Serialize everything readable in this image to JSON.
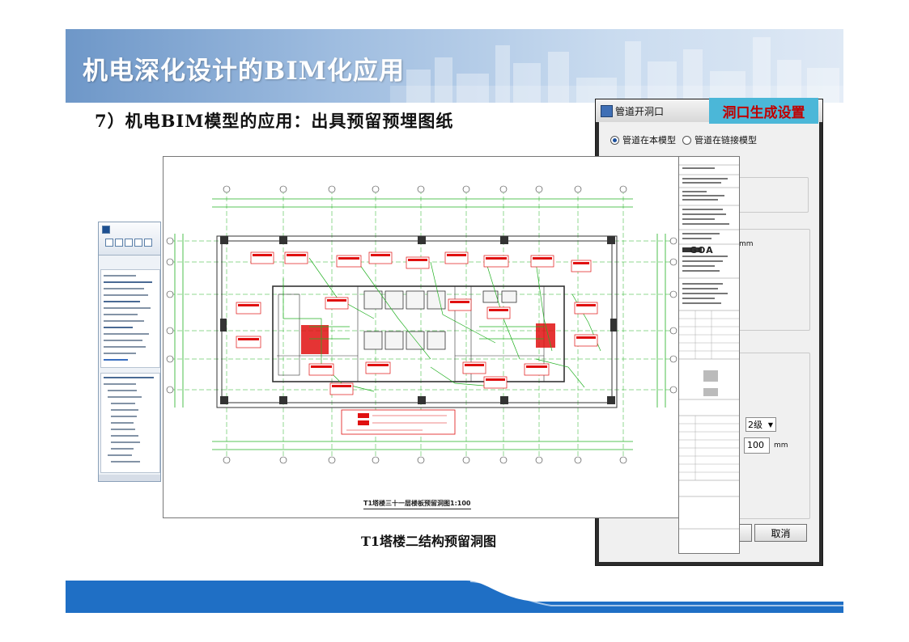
{
  "slide": {
    "title": "机电深化设计的BIM化应用",
    "section_heading": "7）机电BIM模型的应用：出具预留预埋图纸",
    "bottom_caption": "T1塔楼二结构预留洞图"
  },
  "drawing": {
    "caption": "T1塔楼三十一层楼板预留洞图1:100",
    "title_block_logo": "GOA"
  },
  "dialog": {
    "title": "管道开洞口",
    "caption_overlay": "洞口生成设置",
    "radio_options": [
      {
        "label": "管道在本模型",
        "selected": true
      },
      {
        "label": "管道在链接模型",
        "selected": false
      }
    ],
    "unit_label": "mm",
    "level_select_value": "2级",
    "size_input_value": "100",
    "size_unit": "mm",
    "cancel_label": "取消"
  },
  "colors": {
    "banner_blue": "#6e97c8",
    "caption_box": "#4bb7d8",
    "caption_text": "#c00000",
    "footer_blue": "#1f6fc5",
    "drawing_green": "#22b022",
    "drawing_red": "#e01010"
  }
}
